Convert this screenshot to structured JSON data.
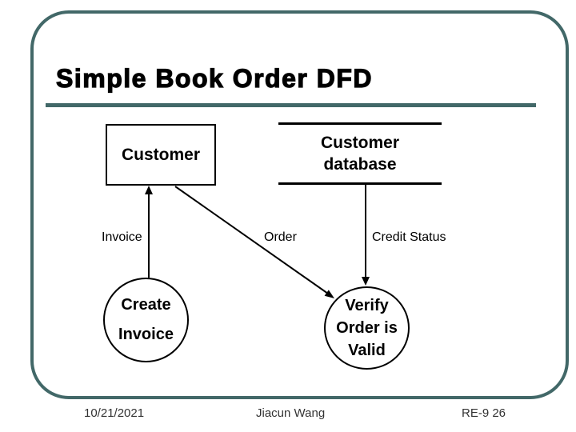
{
  "slide": {
    "title": "Simple Book Order DFD",
    "footer": {
      "date": "10/21/2021",
      "author": "Jiacun Wang",
      "slide_ref": "RE-9 26"
    }
  },
  "diagram": {
    "entity": {
      "label": "Customer"
    },
    "store": {
      "lines": [
        "Customer",
        "database"
      ]
    },
    "process_create_invoice": {
      "lines": [
        "Create",
        "Invoice"
      ]
    },
    "process_verify": {
      "lines": [
        "Verify",
        "Order is",
        "Valid"
      ]
    },
    "flow_labels": {
      "invoice": "Invoice",
      "order": "Order",
      "credit_status": "Credit Status"
    },
    "colors": {
      "frame_teal": "#426868",
      "ink": "#000000"
    }
  }
}
